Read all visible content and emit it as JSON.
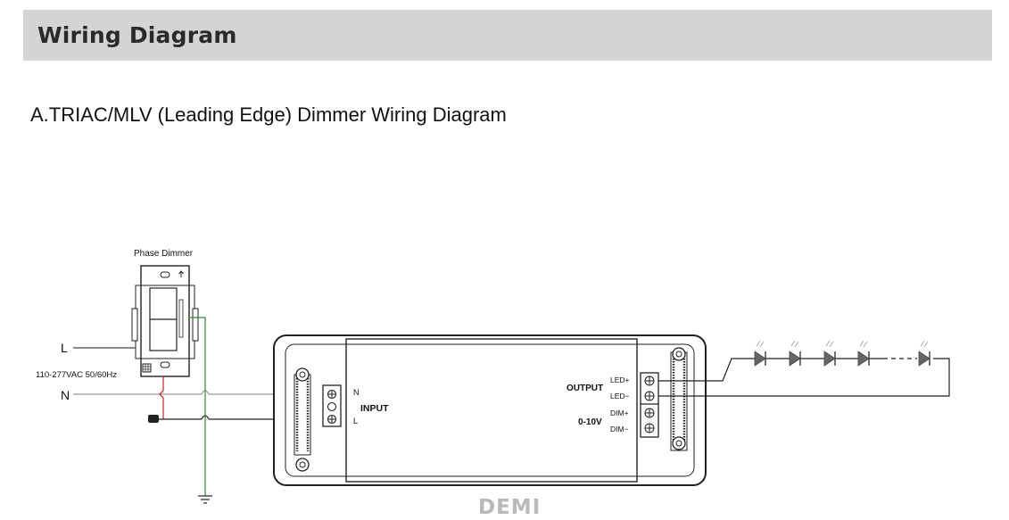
{
  "header": {
    "title": "Wiring Diagram"
  },
  "subtitle": "A.TRIAC/MLV (Leading Edge) Dimmer Wiring Diagram",
  "diagram": {
    "dimmer_label": "Phase Dimmer",
    "line_label": "L",
    "neutral_label": "N",
    "voltage_label": "110-277VAC 50/60Hz",
    "input_label": "INPUT",
    "input_n": "N",
    "input_l": "L",
    "output_label": "OUTPUT",
    "led_plus": "LED+",
    "led_minus": "LED−",
    "dim_label": "0-10V",
    "dim_plus": "DIM+",
    "dim_minus": "DIM−"
  },
  "watermark": "DEMI",
  "colors": {
    "header_bg": "#d4d4d4",
    "live_wire": "#cc2222",
    "ground_wire": "#2e8b3a",
    "neutral_wire": "#9a9a9a"
  }
}
